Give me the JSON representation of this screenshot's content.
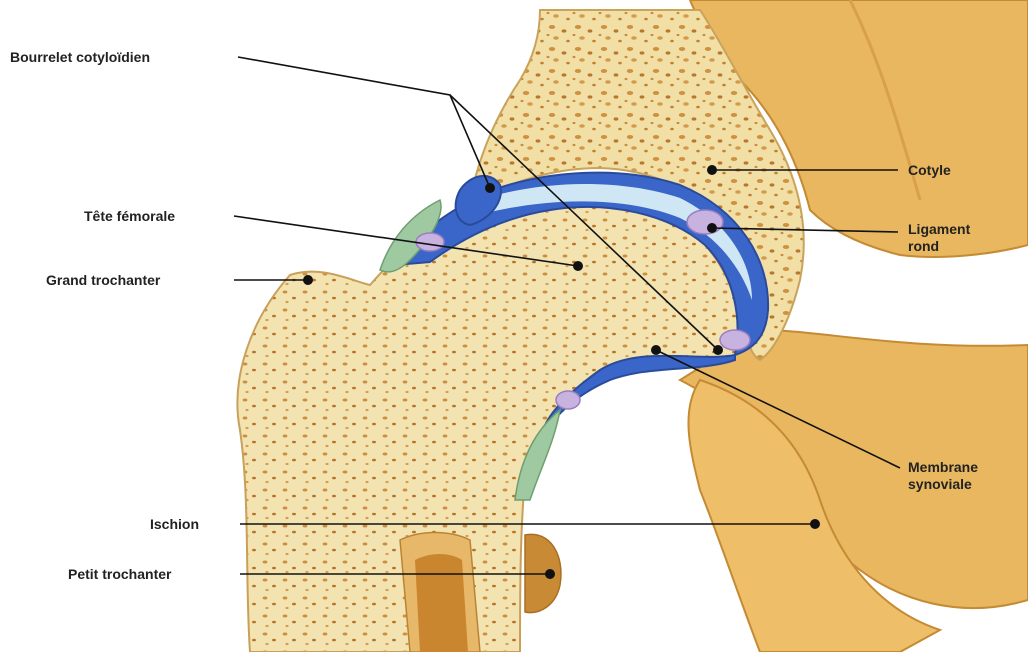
{
  "labels": {
    "bourrelet": "Bourrelet cotyloïdien",
    "tete": "Tête fémorale",
    "grand_trochanter": "Grand trochanter",
    "ischion": "Ischion",
    "petit_trochanter": "Petit trochanter",
    "cotyle": "Cotyle",
    "ligament_line1": "Ligament",
    "ligament_line2": "rond",
    "membrane_line1": "Membrane",
    "membrane_line2": "synoviale"
  },
  "colors": {
    "bone": "#f1dfa6",
    "bone_dark": "#e8c77c",
    "pelvis": "#e9b75f",
    "cartilage": "#3b66c9",
    "cartilage_light": "#cfe6f5",
    "synovial": "#9fc9a0",
    "ligament": "#c8b2e0",
    "marrow": "#c9862e"
  }
}
